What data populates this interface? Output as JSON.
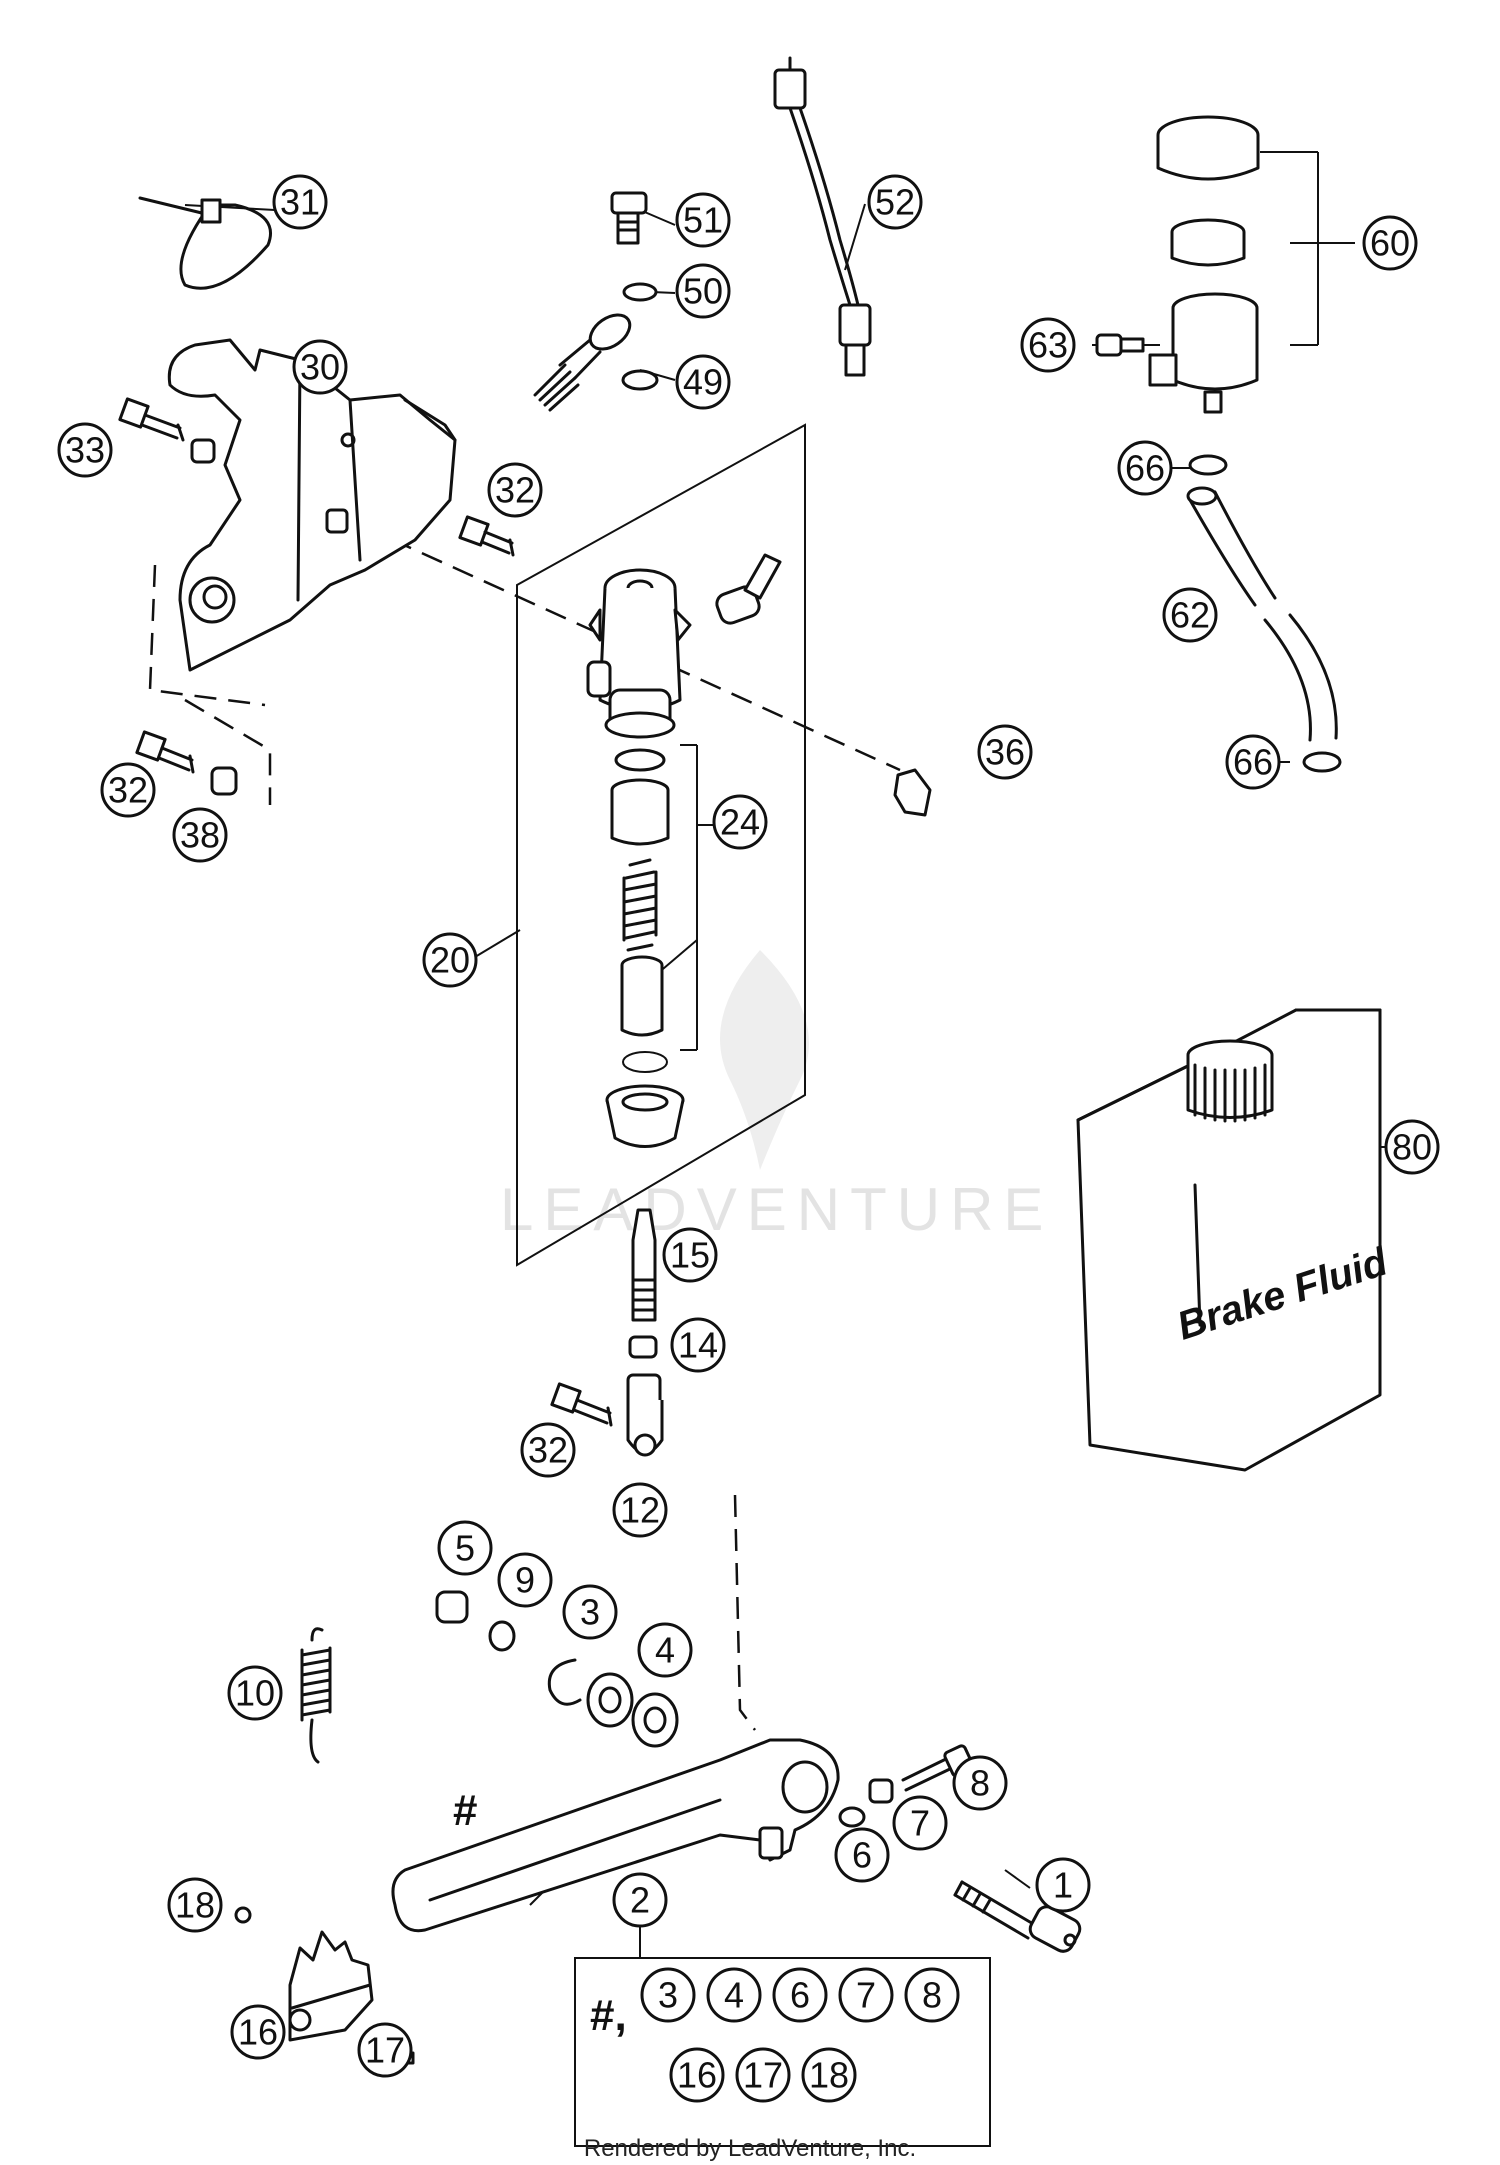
{
  "callouts": [
    "1",
    "2",
    "3",
    "4",
    "5",
    "6",
    "7",
    "8",
    "9",
    "10",
    "12",
    "14",
    "15",
    "16",
    "17",
    "18",
    "20",
    "24",
    "30",
    "31",
    "32",
    "33",
    "36",
    "38",
    "49",
    "50",
    "51",
    "52",
    "60",
    "62",
    "63",
    "66",
    "80"
  ],
  "kit": {
    "mark": "#,",
    "row1": [
      "3",
      "4",
      "6",
      "7",
      "8"
    ],
    "row2": [
      "16",
      "17",
      "18"
    ]
  },
  "hash_mark": "#",
  "brake_fluid_label": "Brake Fluid",
  "watermark": "LEADVENTURE",
  "footer": "Rendered by LeadVenture, Inc."
}
